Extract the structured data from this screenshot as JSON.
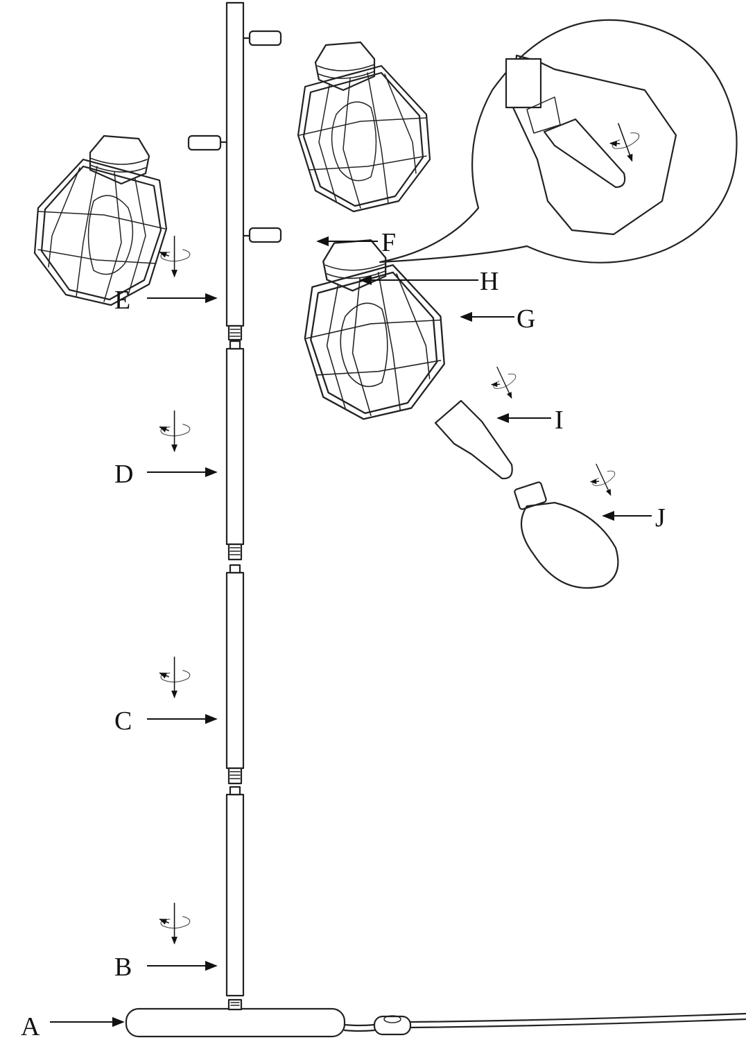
{
  "labels": {
    "A": "A",
    "B": "B",
    "C": "C",
    "D": "D",
    "E": "E",
    "F": "F",
    "G": "G",
    "H": "H",
    "I": "I",
    "J": "J"
  },
  "icons": {
    "rotation": "rotate-twist-icon"
  },
  "colors": {
    "line": "#222222",
    "background": "#ffffff"
  }
}
